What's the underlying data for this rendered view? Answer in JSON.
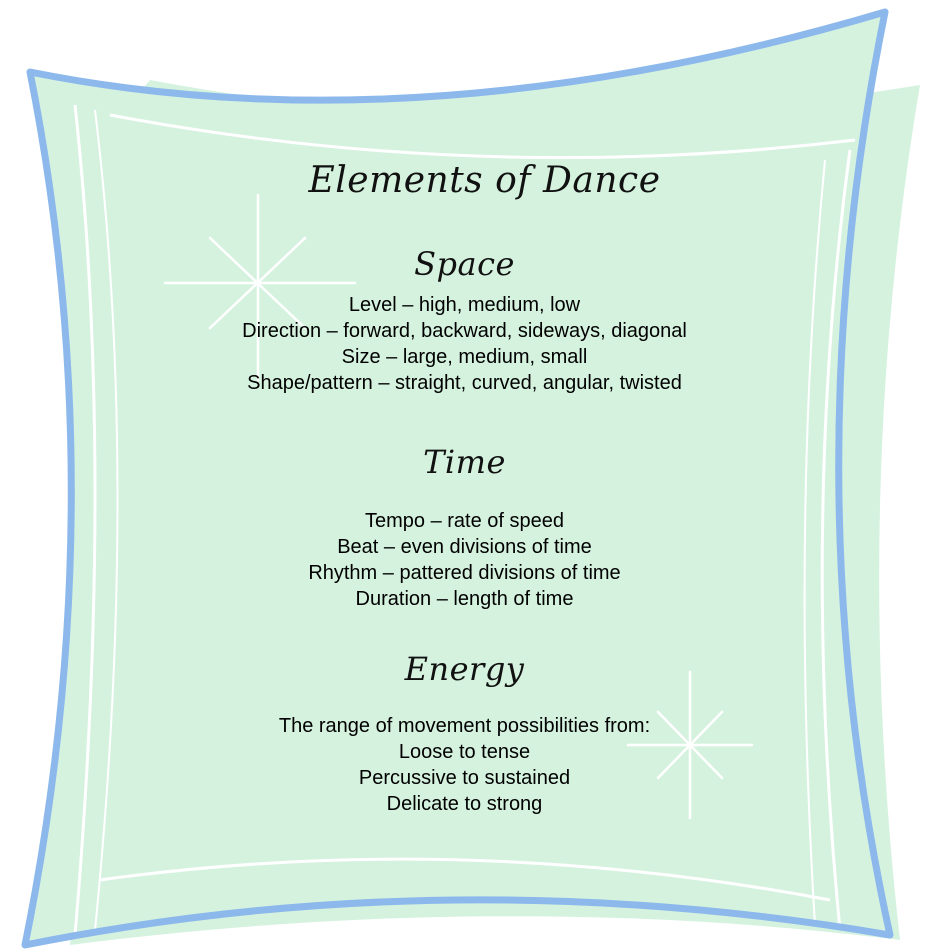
{
  "document": {
    "title": "Elements of Dance",
    "colors": {
      "background_fill": "#d5f2df",
      "frame_stroke": "#8cb8ec",
      "sparkle": "#ffffff"
    }
  },
  "sections": [
    {
      "heading": "Space",
      "lines": [
        "Level – high, medium, low",
        "Direction – forward, backward, sideways, diagonal",
        "Size – large, medium, small",
        "Shape/pattern – straight, curved, angular, twisted"
      ]
    },
    {
      "heading": "Time",
      "lines": [
        "Tempo – rate of speed",
        "Beat – even divisions of time",
        "Rhythm – pattered divisions of time",
        "Duration – length of time"
      ]
    },
    {
      "heading": "Energy",
      "lines": [
        "The range of movement possibilities from:",
        "Loose to tense",
        "Percussive to sustained",
        "Delicate to strong"
      ]
    }
  ]
}
